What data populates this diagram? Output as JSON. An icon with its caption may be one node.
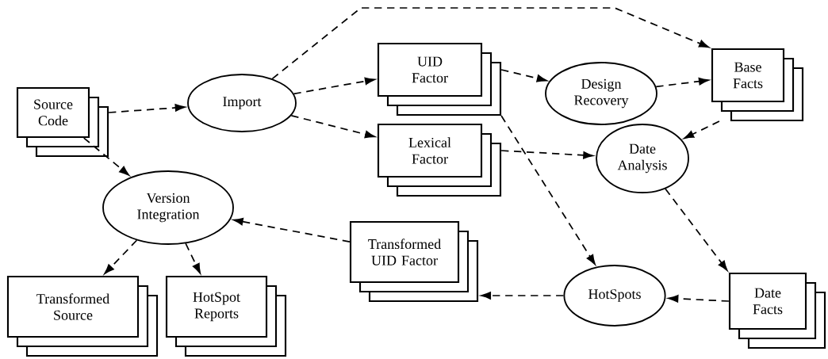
{
  "diagram": {
    "nodes": [
      {
        "text": [
          "Source Code"
        ]
      },
      {
        "text": [
          "Import"
        ]
      },
      {
        "text": [
          "UID Factor"
        ]
      },
      {
        "text": [
          "Design Recovery"
        ]
      },
      {
        "text": [
          "Base Facts"
        ]
      },
      {
        "text": [
          "Lexical Factor"
        ]
      },
      {
        "text": [
          "Date Analysis"
        ]
      },
      {
        "text": [
          "Version Integration"
        ]
      },
      {
        "text": [
          "Transformed UID Factor"
        ]
      },
      {
        "text": [
          "HotSpots"
        ]
      },
      {
        "text": [
          "Date Facts"
        ]
      },
      {
        "text": [
          "Transformed Source"
        ]
      },
      {
        "text": [
          "HotSpot Reports"
        ]
      }
    ],
    "edges": [
      {
        "from": 0,
        "to": 1,
        "arrow": "to",
        "style": "dashed"
      },
      {
        "from": 0,
        "to": 7,
        "arrow": "to",
        "style": "dashed"
      },
      {
        "from": 1,
        "to": 2,
        "arrow": "to",
        "style": "dashed"
      },
      {
        "from": 1,
        "to": 5,
        "arrow": "to",
        "style": "dashed"
      },
      {
        "from": 1,
        "to": 4,
        "arrow": "to",
        "style": "dashed"
      },
      {
        "from": 2,
        "to": 3,
        "arrow": "to",
        "style": "dashed"
      },
      {
        "from": 3,
        "to": 4,
        "arrow": "to",
        "style": "dashed"
      },
      {
        "from": 2,
        "to": 9,
        "arrow": "to",
        "style": "dashed"
      },
      {
        "from": 4,
        "to": 6,
        "arrow": "to",
        "style": "dashed"
      },
      {
        "from": 5,
        "to": 6,
        "arrow": "to",
        "style": "dashed"
      },
      {
        "from": 6,
        "to": 10,
        "arrow": "to",
        "style": "dashed"
      },
      {
        "from": 10,
        "to": 9,
        "arrow": "to",
        "style": "dashed"
      },
      {
        "from": 9,
        "to": 8,
        "arrow": "to",
        "style": "dashed"
      },
      {
        "from": 8,
        "to": 7,
        "arrow": "to",
        "style": "dashed"
      },
      {
        "from": 7,
        "to": 11,
        "arrow": "to",
        "style": "dashed"
      },
      {
        "from": 7,
        "to": 12,
        "arrow": "to",
        "style": "dashed"
      }
    ]
  }
}
